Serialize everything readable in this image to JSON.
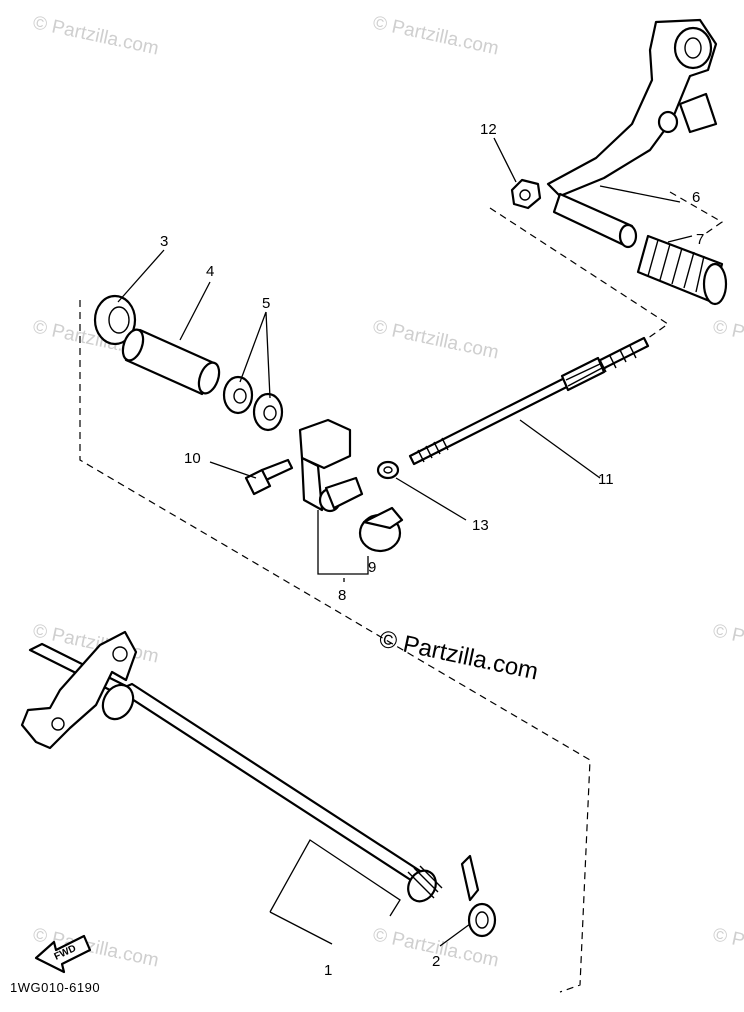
{
  "watermark": {
    "main_text": "© Partzilla.com",
    "repeat_text": "© Partzilla.com"
  },
  "diagram_code": "1WG010-6190",
  "fwd_arrow_label": "FWD",
  "callouts": {
    "c1": "1",
    "c2": "2",
    "c3": "3",
    "c4": "4",
    "c5": "5",
    "c6": "6",
    "c7": "7",
    "c8": "8",
    "c9": "9",
    "c10": "10",
    "c11": "11",
    "c12": "12",
    "c13": "13"
  },
  "colors": {
    "line": "#000000",
    "background": "#ffffff",
    "watermark": "#cfcfcf"
  }
}
